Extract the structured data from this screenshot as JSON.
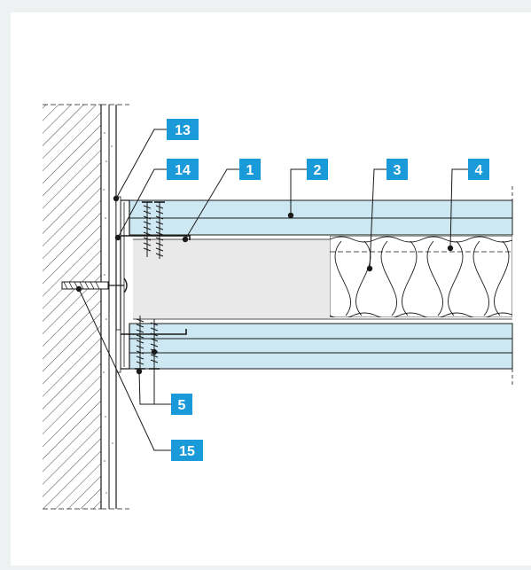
{
  "colors": {
    "background": "#eef1f2",
    "paper": "#ffffff",
    "board_fill": "#cde8f2",
    "badge": "#1a9ad9",
    "badge_text": "#ffffff",
    "line": "#1a1a1a",
    "cavity": "#e9e9e9"
  },
  "callouts": [
    {
      "id": "13",
      "label": "13"
    },
    {
      "id": "14",
      "label": "14"
    },
    {
      "id": "1",
      "label": "1"
    },
    {
      "id": "2",
      "label": "2"
    },
    {
      "id": "3",
      "label": "3"
    },
    {
      "id": "4",
      "label": "4"
    },
    {
      "id": "5",
      "label": "5"
    },
    {
      "id": "15",
      "label": "15"
    }
  ]
}
